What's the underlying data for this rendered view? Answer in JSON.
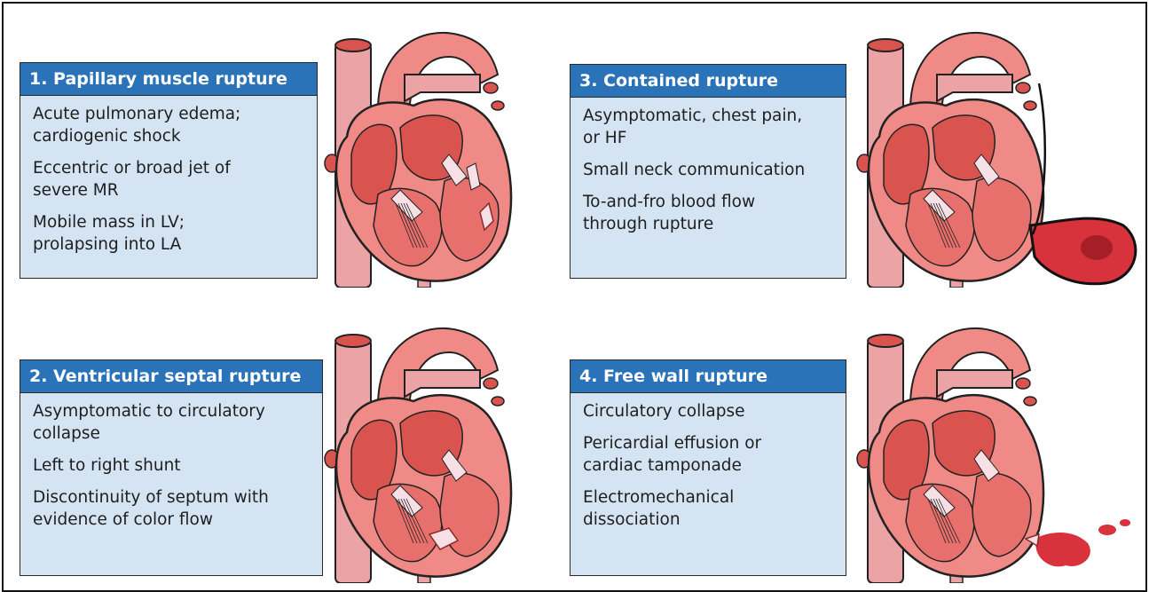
{
  "panels": [
    {
      "title": "1. Papillary muscle rupture",
      "items": [
        "Acute pulmonary edema;\ncardiogenic shock",
        "Eccentric or broad jet of\nsevere MR",
        "Mobile mass in LV;\nprolapsing into LA"
      ],
      "variant": "papillary"
    },
    {
      "title": "2. Ventricular septal rupture",
      "items": [
        "Asymptomatic to circulatory\ncollapse",
        "Left to right shunt",
        "Discontinuity of septum with\nevidence of color flow"
      ],
      "variant": "septal"
    },
    {
      "title": "3. Contained rupture",
      "items": [
        "Asymptomatic, chest pain,\nor HF",
        "Small neck communication",
        "To-and-fro blood flow\nthrough rupture"
      ],
      "variant": "contained"
    },
    {
      "title": "4. Free wall rupture",
      "items": [
        "Circulatory collapse",
        "Pericardial effusion or\ncardiac tamponade",
        "Electromechanical\ndissociation"
      ],
      "variant": "freewall"
    }
  ],
  "colors": {
    "title_bg": "#2b73b9",
    "box_bg": "#d4e4f2",
    "heart_base": "#f08a86",
    "heart_dark": "#d9534f",
    "vessel": "#eca3a6",
    "blood": "#d8323c"
  }
}
